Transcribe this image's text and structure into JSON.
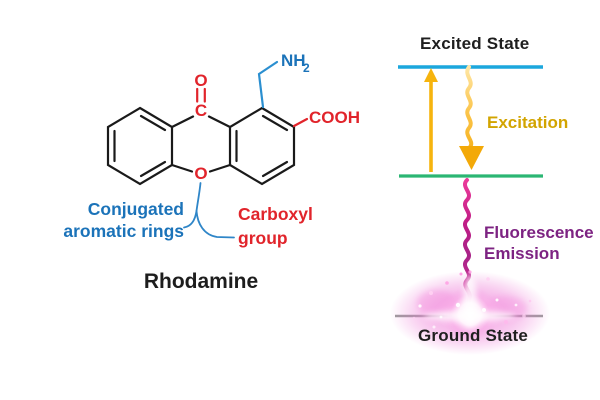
{
  "left_panel": {
    "molecule_name": "Rhodamine",
    "atom_labels": {
      "carbonyl_oxygen": "O",
      "carbonyl_carbon": "C",
      "ring_oxygen": "O",
      "amine": "NH",
      "amine_subscript": "2",
      "carboxyl_formula": "COOH"
    },
    "annotations": {
      "aromatic_label_line1": "Conjugated",
      "aromatic_label_line2": "aromatic rings",
      "carboxyl_label_line1": "Carboxyl",
      "carboxyl_label_line2": "group"
    },
    "colors": {
      "bond": "#1a1a1a",
      "heteroatom_blue": "#1b73b9",
      "heteroatom_red": "#e1242b",
      "leader_line": "#2f86c8"
    }
  },
  "right_panel": {
    "excited_state_label": "Excited State",
    "ground_state_label": "Ground State",
    "excitation_label": "Excitation",
    "emission_label_line1": "Fluorescence",
    "emission_label_line2": "Emission",
    "colors": {
      "excited_level": "#1ca7dd",
      "intermediate_level": "#2bb673",
      "ground_level": "#9b9b9b",
      "excitation_arrow": "#f6b40e",
      "excitation_text": "#d2a400",
      "emission_wave": "#cf2191",
      "emission_text": "#7d2382",
      "glow": "#f06ad0"
    }
  }
}
